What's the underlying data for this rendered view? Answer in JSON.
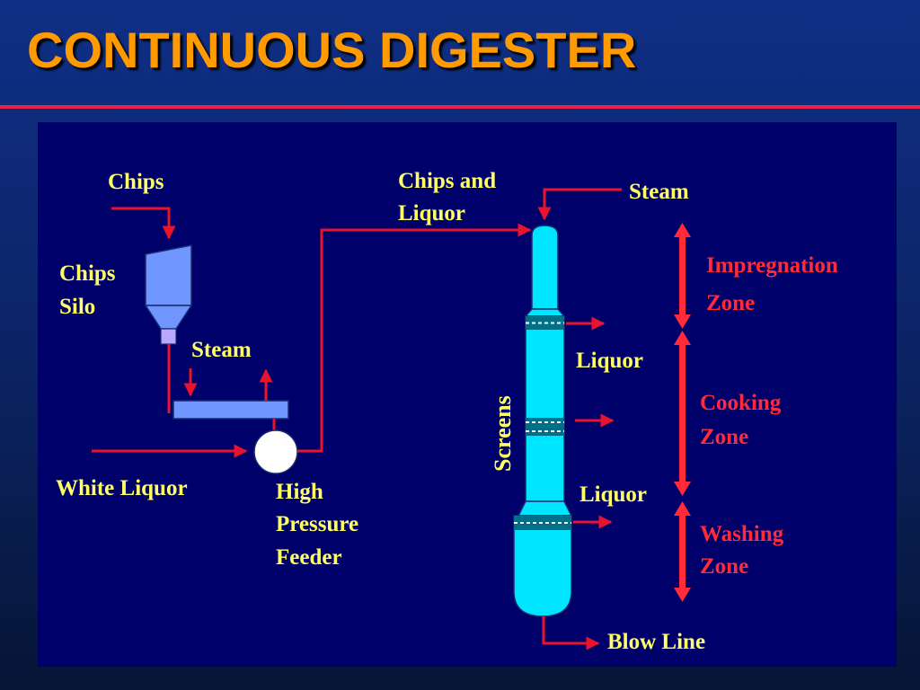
{
  "slide": {
    "title": "CONTINUOUS DIGESTER"
  },
  "diagram": {
    "labels": {
      "chips": "Chips",
      "chips_silo_line1": "Chips",
      "chips_silo_line2": "Silo",
      "steam_feeder": "Steam",
      "white_liquor": "White Liquor",
      "hpf_line1": "High",
      "hpf_line2": "Pressure",
      "hpf_line3": "Feeder",
      "chips_liquor_line1": "Chips and",
      "chips_liquor_line2": "Liquor",
      "steam_top": "Steam",
      "screens": "Screens",
      "liquor_upper": "Liquor",
      "liquor_lower": "Liquor",
      "blow_line": "Blow Line"
    },
    "zones": {
      "impregnation_line1": "Impregnation",
      "impregnation_line2": "Zone",
      "cooking_line1": "Cooking",
      "cooking_line2": "Zone",
      "washing_line1": "Washing",
      "washing_line2": "Zone"
    },
    "colors": {
      "text_yellow": "#ffff66",
      "zone_red": "#ff2a3a",
      "flow_red": "#e8142e",
      "vessel_cyan": "#00e5ff",
      "silo_blue": "#6f96ff",
      "title_orange": "#ff9a00"
    }
  }
}
